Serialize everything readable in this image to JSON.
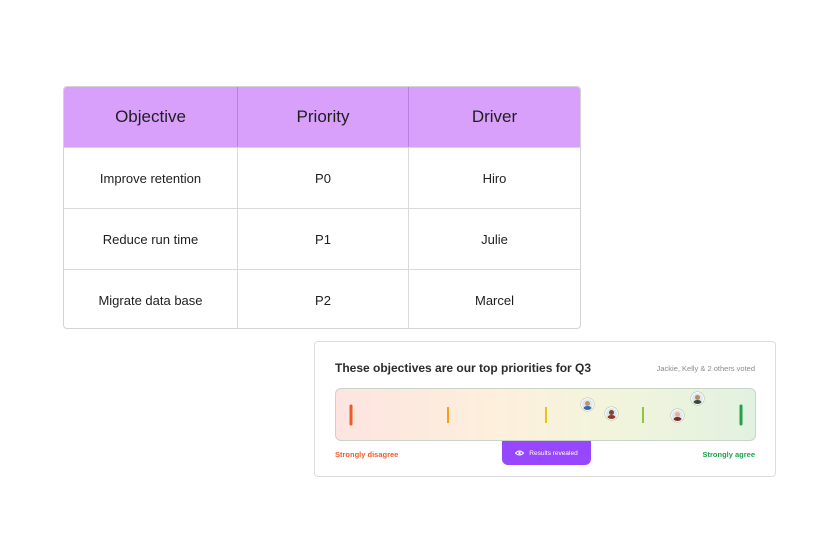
{
  "table": {
    "headers": [
      "Objective",
      "Priority",
      "Driver"
    ],
    "rows": [
      [
        "Improve retention",
        "P0",
        "Hiro"
      ],
      [
        "Reduce run time",
        "P1",
        "Julie"
      ],
      [
        "Migrate data base",
        "P2",
        "Marcel"
      ]
    ],
    "header_color": "#d8a0fb"
  },
  "poll": {
    "question": "These objectives are our top priorities for Q3",
    "voters": "Jackie, Kelly & 2 others voted",
    "left_label": "Strongly disagree",
    "right_label": "Strongly agree",
    "results_button": "Results revealed",
    "results_icon": "eye-icon",
    "accent": "#9747ff",
    "scale_colors": [
      "#f05a28",
      "#f79e1b",
      "#e8c40c",
      "#8dc63f",
      "#21a14e"
    ],
    "votes": [
      {
        "voter": "avatar-1",
        "position": 0.61,
        "shirt": "#2a6db0",
        "skin": "#c8906a"
      },
      {
        "voter": "avatar-2",
        "position": 0.67,
        "shirt": "#8a3b2c",
        "skin": "#7a4a32"
      },
      {
        "voter": "avatar-3",
        "position": 0.84,
        "shirt": "#7a2a2a",
        "skin": "#e3b394"
      },
      {
        "voter": "avatar-4",
        "position": 0.89,
        "shirt": "#3a4a3a",
        "skin": "#b58a64"
      }
    ]
  }
}
